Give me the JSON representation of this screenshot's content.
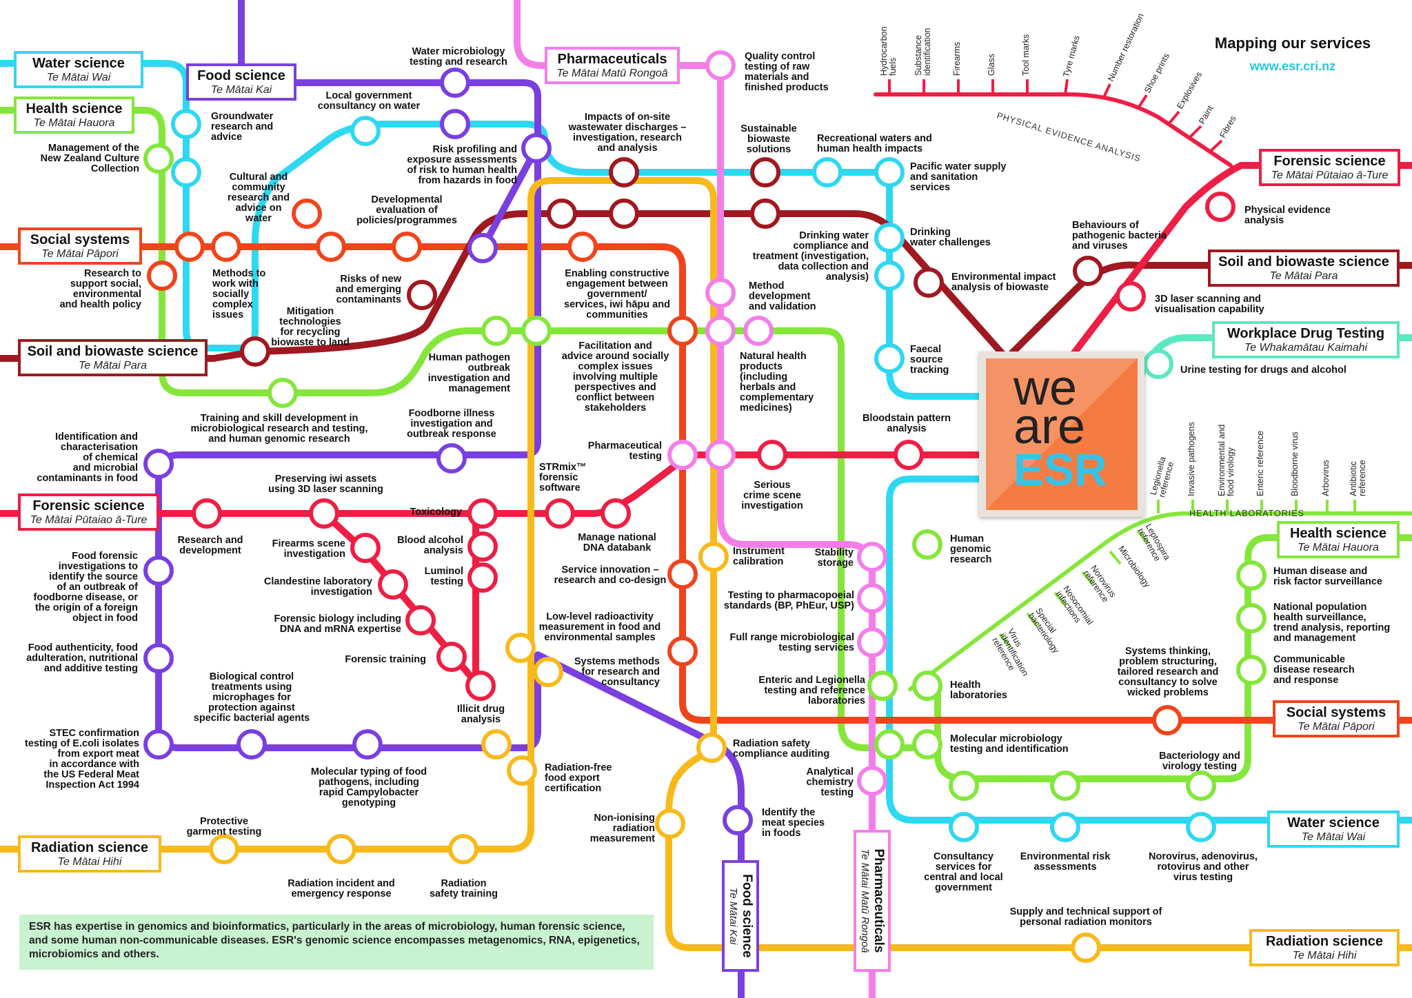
{
  "header": {
    "title": "Mapping our services",
    "url": "www.esr.cri.nz"
  },
  "colors": {
    "water": "#2ed8f0",
    "health": "#84e63a",
    "social": "#f0441c",
    "soil": "#a01820",
    "food": "#7a3fe0",
    "forensic": "#ee1e44",
    "pharma": "#f47ee9",
    "radiation": "#f8b91a",
    "workplace": "#5ae8c1"
  },
  "logo": {
    "line1": "we",
    "line2": "are",
    "line3": "ESR"
  },
  "line_boxes": {
    "water_left": {
      "title": "Water science",
      "subtitle": "Te Mātai Wai"
    },
    "health_left": {
      "title": "Health science",
      "subtitle": "Te Mātai Hauora"
    },
    "food_top": {
      "title": "Food science",
      "subtitle": "Te Mātai Kai"
    },
    "social_left": {
      "title": "Social systems",
      "subtitle": "Te Mātai Pāpori"
    },
    "soil_left": {
      "title": "Soil and biowaste science",
      "subtitle": "Te Mātai Para"
    },
    "forensic_left": {
      "title": "Forensic science",
      "subtitle": "Te Mātai Pūtaiao ā-Ture"
    },
    "radiation_left": {
      "title": "Radiation science",
      "subtitle": "Te Mātai Hihi"
    },
    "pharma_top": {
      "title": "Pharmaceuticals",
      "subtitle": "Te Mātai Matū Rongoā"
    },
    "forensic_right": {
      "title": "Forensic science",
      "subtitle": "Te Mātai Pūtaiao ā-Ture"
    },
    "soil_right": {
      "title": "Soil and biowaste science",
      "subtitle": "Te Mātai Para"
    },
    "workplace_right": {
      "title": "Workplace Drug Testing",
      "subtitle": "Te Whakamātau Kaimahi"
    },
    "health_right": {
      "title": "Health science",
      "subtitle": "Te Mātai Hauora"
    },
    "social_right": {
      "title": "Social systems",
      "subtitle": "Te Mātai Pāpori"
    },
    "water_right": {
      "title": "Water science",
      "subtitle": "Te Mātai Wai"
    },
    "radiation_right": {
      "title": "Radiation science",
      "subtitle": "Te Mātai Hihi"
    },
    "food_bottom": {
      "title": "Food science",
      "subtitle": "Te Mātai Kai"
    },
    "pharma_bottom": {
      "title": "Pharmaceuticals",
      "subtitle": "Te Mātai Matū Rongoā"
    }
  },
  "physical_evidence": {
    "title": "PHYSICAL EVIDENCE ANALYSIS",
    "branches": [
      "Hydrocarbon\nfuels",
      "Substance\nidentification",
      "Firearms",
      "Glass",
      "Tool marks",
      "Tyre marks",
      "Number restoration",
      "Shoe prints",
      "Explosives",
      "Paint",
      "Fibres"
    ]
  },
  "health_laboratories": {
    "title": "HEALTH LABORATORIES",
    "upper_branches": [
      "Legionella\nreference",
      "Invasive pathogens",
      "Environmental and\nfood virology",
      "Enteric reference",
      "Bloodborne virus",
      "Arbovirus",
      "Antibiotic reference"
    ],
    "lower_branches": [
      "Leptospira\nreference",
      "Microbiology",
      "Norovirus\nreference",
      "Nosocomial\ninfections",
      "Special\nbacteriology",
      "Virus\nidentification\nreference"
    ]
  },
  "stations": {
    "water_microbiology": "Water microbiology\ntesting and research",
    "local_government": "Local government\nconsultancy on water",
    "groundwater": "Groundwater\nresearch and\nadvice",
    "nz_culture": "Management of the\nNew Zealand Culture\nCollection",
    "cultural_advice": "Cultural and\ncommunity\nresearch and\nadvice on\nwater",
    "risk_profiling": "Risk profiling and\nexposure assessments\nof risk to human health\nfrom hazards in food",
    "developmental_eval": "Developmental\nevaluation of\npolicies/programmes",
    "research_policy": "Research to\nsupport social,\nenvironmental\nand health policy",
    "methods_complex": "Methods to\nwork with\nsocially\ncomplex\nissues",
    "risks_contaminants": "Risks of new\nand emerging\ncontaminants",
    "mitigation": "Mitigation\ntechnologies\nfor recycling\nbiowaste to land",
    "onsite_wastewater": "Impacts of on-site\nwastewater discharges –\ninvestigation, research\nand analysis",
    "quality_control": "Quality control\ntesting of raw\nmaterials and\nfinished products",
    "sustainable_biowaste": "Sustainable\nbiowaste\nsolutions",
    "recreational_waters": "Recreational waters and\nhuman health impacts",
    "pacific_water": "Pacific water supply\nand sanitation\nservices",
    "enabling_engagement": "Enabling constructive\nengagement  between\ngovernment/\nservices, iwi hāpu and\ncommunities",
    "drinking_compliance": "Drinking water\ncompliance and\ntreatment (investigation,\ndata collection and\nanalysis)",
    "drinking_challenges": "Drinking\nwater challenges",
    "env_impact": "Environmental impact\nanalysis of biowaste",
    "behaviours_pathogenic": "Behaviours of\npathogenic bacteria\nand viruses",
    "physical_evidence_station": "Physical evidence\nanalysis",
    "laser_visualisation": "3D laser scanning and\nvisualisation capability",
    "method_development": "Method\ndevelopment\nand validation",
    "human_pathogen": "Human pathogen\noutbreak\ninvestigation and\nmanagement",
    "facilitation": "Facilitation and\nadvice around socially\ncomplex issues\ninvolving multiple\nperspectives and\nconflict between\nstakeholders",
    "natural_health": "Natural health\nproducts\n(including\nherbals and\ncomplementary\nmedicines)",
    "faecal_source": "Faecal\nsource\ntracking",
    "urine_testing": "Urine testing for drugs and alcohol",
    "training_skill": "Training and skill development in\nmicrobiological research and testing,\nand human genomic research",
    "foodborne_illness": "Foodborne illness\ninvestigation and\noutbreak response",
    "identification_chemical": "Identification and\ncharacterisation\nof chemical\nand microbial\ncontaminants in food",
    "pharmaceutical_testing": "Pharmaceutical\ntesting",
    "bloodstain": "Bloodstain pattern\nanalysis",
    "preserving_iwi": "Preserving iwi assets\nusing 3D laser scanning",
    "strmix": "STRmix™\nforensic\nsoftware",
    "toxicology": "Toxicology",
    "serious_crime": "Serious\ncrime scene\ninvestigation",
    "research_development": "Research and\ndevelopment",
    "firearms_scene": "Firearms scene\ninvestigation",
    "blood_alcohol": "Blood alcohol\nanalysis",
    "manage_dna": "Manage national\nDNA databank",
    "luminol": "Luminol\ntesting",
    "instrument_calibration": "Instrument\ncalibration",
    "stability_storage": "Stability\nstorage",
    "human_genomic": "Human\ngenomic\nresearch",
    "food_forensic": "Food forensic\ninvestigations to\nidentify the source\nof an outbreak of\nfoodborne disease, or\nthe origin of a foreign\nobject in food",
    "clandestine_lab": "Clandestine laboratory\ninvestigation",
    "service_innovation": "Service innovation –\nresearch and co-design",
    "pharmacopoeial": "Testing to pharmacopoeial\nstandards (BP, PhEur, USP)",
    "forensic_biology": "Forensic biology including\nDNA and mRNA expertise",
    "low_level_radioactivity": "Low-level radioactivity\nmeasurement in food and\nenvironmental samples",
    "full_range_micro": "Full range microbiological\ntesting services",
    "human_disease": "Human disease and\nrisk factor surveillance",
    "national_population": "National population\nhealth surveillance,\ntrend analysis, reporting\nand management",
    "food_authenticity": "Food authenticity, food\nadulteration, nutritional\nand additive testing",
    "forensic_training": "Forensic training",
    "systems_methods": "Systems methods\nfor research and\nconsultancy",
    "enteric_legionella": "Enteric and Legionella\ntesting and reference\nlaboratories",
    "health_laboratories_station": "Health\nlaboratories",
    "systems_thinking": "Systems thinking,\nproblem structuring,\ntailored research and\nconsultancy to solve\nwicked problems",
    "communicable_disease": "Communicable\ndisease research\nand response",
    "biological_control": "Biological control\ntreatments using\nmicrophages for\nprotection against\nspecific bacterial agents",
    "illicit_drug": "Illicit drug\nanalysis",
    "molecular_micro": "Molecular microbiology\ntesting and identification",
    "stec": "STEC confirmation\ntesting of E.coli isolates\nfrom export meat\nin accordance with\nthe US Federal Meat\nInspection Act 1994",
    "radiation_safety_compliance": "Radiation safety\ncompliance auditing",
    "bacteriology_virology": "Bacteriology and\nvirology testing",
    "molecular_typing": "Molecular typing of food\npathogens, including\nrapid Campylobacter\ngenotyping",
    "radiation_free": "Radiation-free\nfood export\ncertification",
    "analytical_chemistry": "Analytical\nchemistry\ntesting",
    "identify_meat": "Identify the\nmeat species\nin foods",
    "non_ionising": "Non-ionising\nradiation\nmeasurement",
    "protective_garment": "Protective\ngarment testing",
    "consultancy_services": "Consultancy\nservices for\ncentral and local\ngovernment",
    "environmental_risk": "Environmental risk\nassessments",
    "norovirus_adeno": "Norovirus, adenovirus,\nrotovirus and other\nvirus testing",
    "radiation_incident": "Radiation incident and\nemergency response",
    "radiation_safety_training": "Radiation\nsafety training",
    "supply_support": "Supply and technical support of\npersonal radiation monitors"
  },
  "note": "ESR has expertise in genomics and bioinformatics, particularly in the areas of microbiology, human forensic science, and some human non-communicable diseases. ESR's genomic science encompasses metagenomics, RNA, epigenetics, microbiomics and others."
}
